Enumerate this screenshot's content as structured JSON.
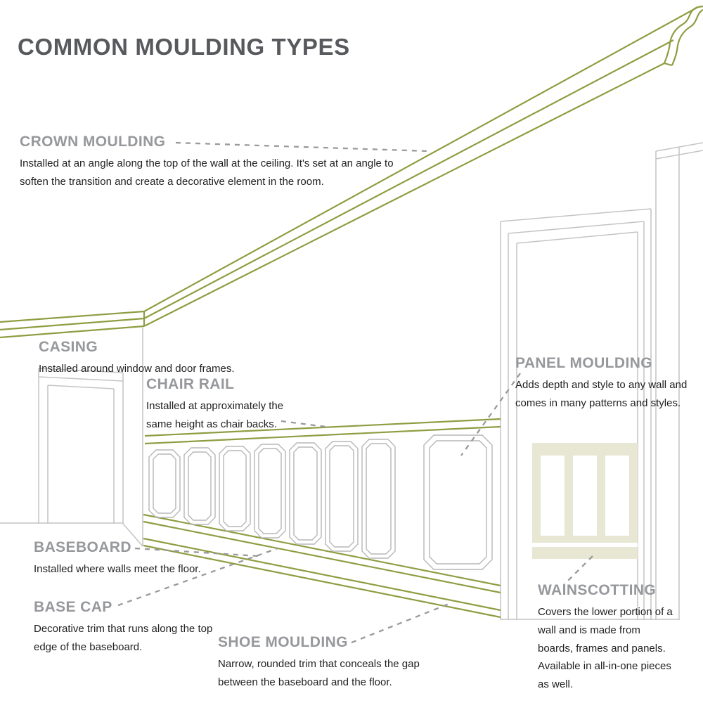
{
  "title": "COMMON MOULDING TYPES",
  "colors": {
    "moulding_green": "#8f9d42",
    "drawing_gray": "#c4c4c4",
    "panel_gray": "#b7b7b7",
    "leader_gray": "#9a9a9a",
    "heading_gray": "#96989b",
    "title_gray": "#57595c",
    "body_text": "#1f1f1f",
    "wainscot_beige": "#e8e7d4"
  },
  "labels": {
    "crown": {
      "heading": "CROWN MOULDING",
      "description": "Installed at an angle along the top of the wall at the ceiling.  It's set at an angle to soften the transition and create a decorative element in the room."
    },
    "casing": {
      "heading": "CASING",
      "description": "Installed around window and door frames."
    },
    "chair_rail": {
      "heading": "CHAIR RAIL",
      "description": "Installed at approximately the same height as chair backs."
    },
    "panel": {
      "heading": "PANEL MOULDING",
      "description": "Adds depth and style to any wall and comes in many patterns and styles."
    },
    "baseboard": {
      "heading": "BASEBOARD",
      "description": "Installed where walls meet the floor."
    },
    "base_cap": {
      "heading": "BASE CAP",
      "description": "Decorative trim that runs along the top edge of the baseboard."
    },
    "shoe": {
      "heading": "SHOE MOULDING",
      "description": "Narrow, rounded trim that conceals the gap between the baseboard and the floor."
    },
    "wainscot": {
      "heading": "WAINSCOTTING",
      "description": "Covers the lower portion of a wall and is made from boards, frames and panels. Available in all-in-one pieces as well."
    }
  }
}
